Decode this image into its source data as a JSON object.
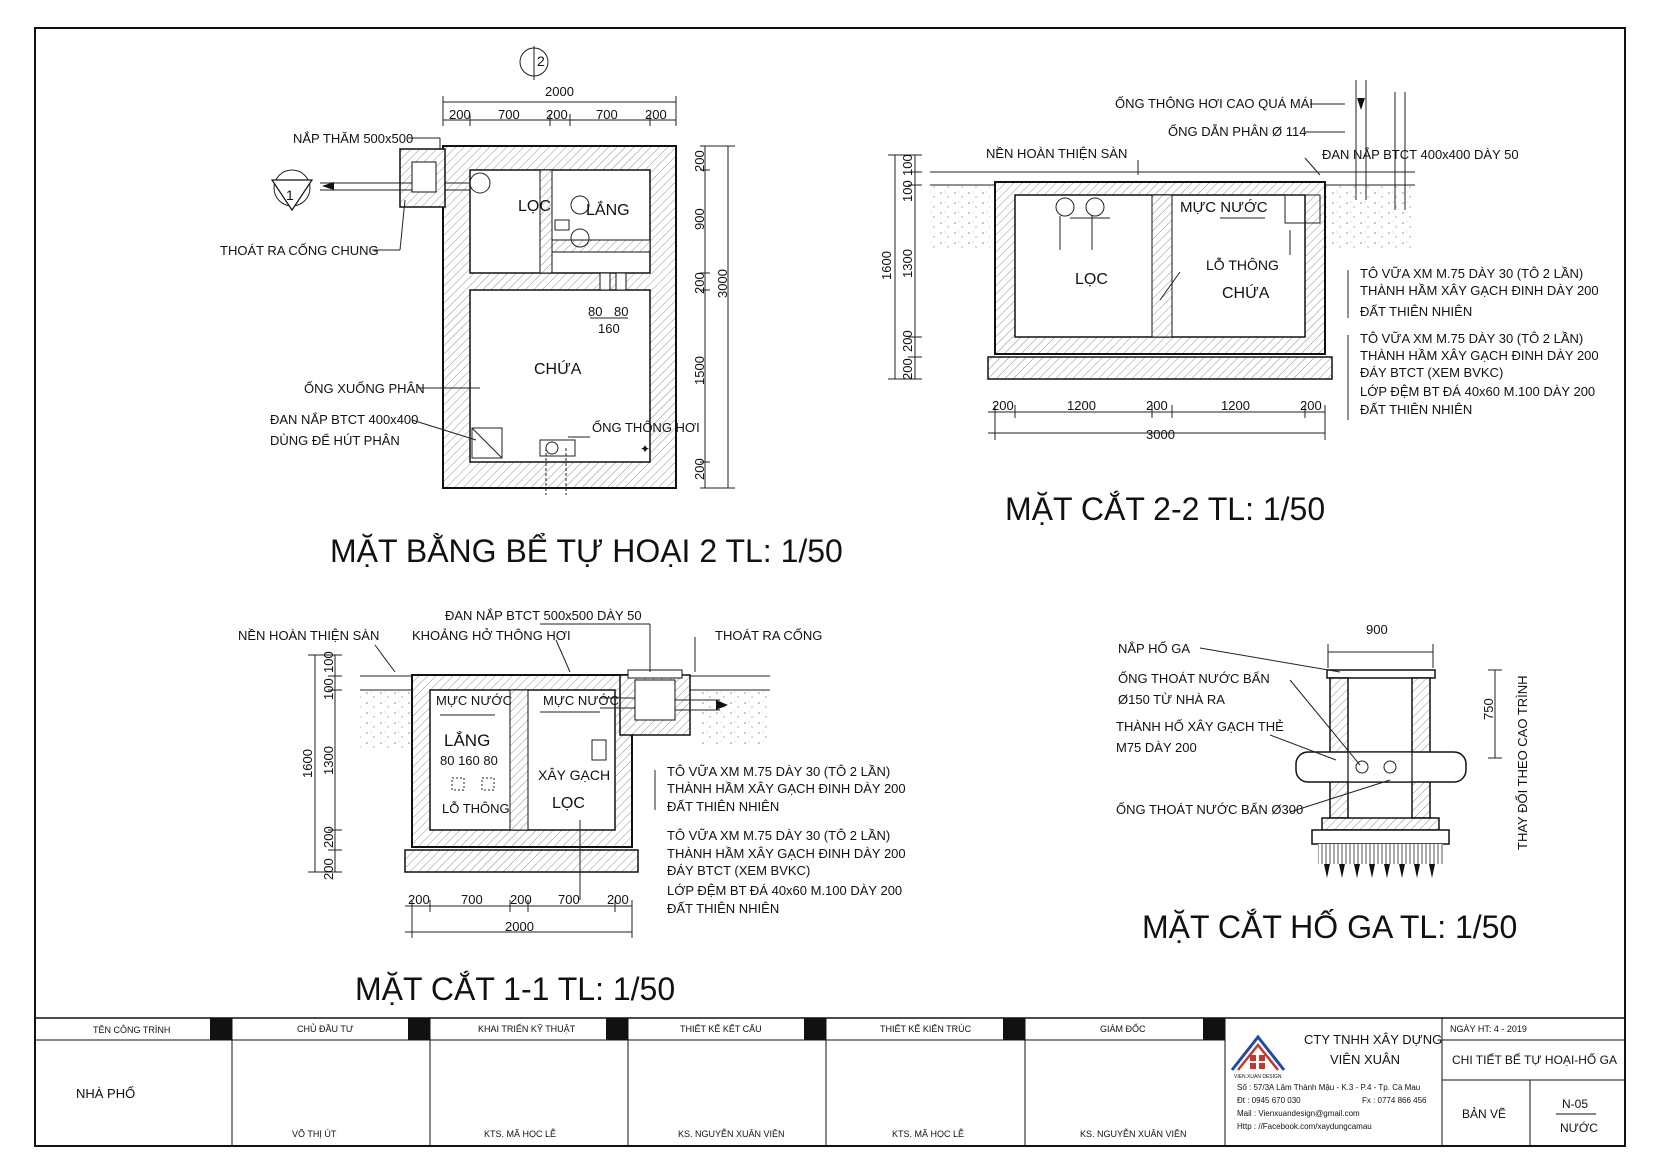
{
  "plan": {
    "title": "MẶT BẰNG BỂ TỰ HOẠI 2 TL: 1/50",
    "section_mark_top": "2",
    "section_mark_left": "1",
    "dims_top_total": "2000",
    "dims_top": [
      "200",
      "700",
      "200",
      "700",
      "200"
    ],
    "dims_right": [
      "200",
      "900",
      "200",
      "1500",
      "200"
    ],
    "dims_right_total": "3000",
    "dims_inner": [
      "80",
      "80",
      "160"
    ],
    "rooms": {
      "loc": "LỌC",
      "lang": "LẮNG",
      "chua": "CHỨA"
    },
    "labels": {
      "nap_tham": "NẮP THĂM 500x500",
      "thoat_ra": "THOÁT RA CỐNG CHUNG",
      "ong_xuong": "ỐNG XUỐNG PHÂN",
      "dan_nap_1": "ĐAN NẮP BTCT 400x400",
      "dan_nap_2": "DÙNG ĐỂ HÚT PHÂN",
      "ong_thong_hoi": "ỐNG THÔNG HƠI"
    }
  },
  "sec22": {
    "title": "MẶT CẮT 2-2 TL: 1/50",
    "labels": {
      "ong_thong_hoi": "ỐNG THÔNG HƠI CAO QUÁ MÁI",
      "ong_dan": "ỐNG DẪN PHÂN Ø 114",
      "nen": "NỀN HOÀN THIỆN SÀN",
      "dan_nap": "ĐAN NẮP BTCT 400x400 DÀY 50",
      "muc_nuoc": "MỰC NƯỚC",
      "lo_thong": "LỖ THÔNG",
      "loc": "LỌC",
      "chua": "CHỨA"
    },
    "notes": [
      "TÔ VỮA XM M.75 DÀY 30 (TÔ 2 LẦN)",
      "THÀNH HẦM XÂY GẠCH ĐINH DÀY 200",
      "ĐẤT THIÊN NHIÊN",
      "TÔ VỮA XM M.75 DÀY 30 (TÔ 2 LẦN)",
      "THÀNH HẦM XÂY GẠCH ĐINH DÀY 200",
      "ĐÁY BTCT (XEM BVKC)",
      "LỚP ĐỆM BT ĐÁ 40x60 M.100 DÀY 200",
      "ĐẤT THIÊN NHIÊN"
    ],
    "dims_left": [
      "100",
      "100",
      "1300",
      "200",
      "200"
    ],
    "dims_left_total": "1600",
    "dims_bottom": [
      "200",
      "1200",
      "200",
      "1200",
      "200"
    ],
    "dims_bottom_total": "3000"
  },
  "sec11": {
    "title": "MẶT CẮT 1-1 TL: 1/50",
    "labels": {
      "dan_nap": "ĐAN NẮP BTCT 500x500 DÀY 50",
      "nen": "NỀN HOÀN THIỆN SÀN",
      "khoang_ho": "KHOẢNG HỞ THÔNG HƠI",
      "thoat_ra": "THOÁT RA CỐNG",
      "muc_nuoc_1": "MỰC NƯỚC",
      "muc_nuoc_2": "MỰC NƯỚC",
      "lang": "LẮNG",
      "inner_dims": "80 160 80",
      "xay_gach": "XÂY GẠCH",
      "loc": "LỌC",
      "lo_thong": "LỖ THÔNG"
    },
    "notes": [
      "TÔ VỮA XM M.75 DÀY 30 (TÔ 2 LẦN)",
      "THÀNH HẦM XÂY GẠCH ĐINH DÀY 200",
      "ĐẤT THIÊN NHIÊN",
      "TÔ VỮA XM M.75 DÀY 30 (TÔ 2 LẦN)",
      "THÀNH HẦM XÂY GẠCH ĐINH DÀY 200",
      "ĐÁY BTCT (XEM BVKC)",
      "LỚP ĐỆM BT ĐÁ 40x60 M.100 DÀY 200",
      "ĐẤT THIÊN NHIÊN"
    ],
    "dims_left": [
      "100",
      "100",
      "1300",
      "200",
      "200"
    ],
    "dims_left_total": "1600",
    "dims_bottom": [
      "200",
      "700",
      "200",
      "700",
      "200"
    ],
    "dims_bottom_total": "2000"
  },
  "hoga": {
    "title": "MẶT CẮT HỐ GA TL: 1/50",
    "dim_top": "900",
    "dim_right": "750",
    "vertical_note": "THAY ĐỔI THEO CAO TRÌNH",
    "labels": {
      "nap": "NẮP HỐ GA",
      "ong_ban_1": "ỐNG THOÁT NƯỚC BẨN",
      "ong_ban_2": "Ø150 TỪ NHÀ RA",
      "thanh_1": "THÀNH HỐ XÂY GẠCH THẺ",
      "thanh_2": "M75 DÀY 200",
      "ong_300": "ỐNG THOÁT NƯỚC BẨN Ø300"
    }
  },
  "title_block": {
    "headers": [
      "TÊN CÔNG TRÌNH",
      "CHỦ ĐẦU TƯ",
      "KHAI TRIỂN KỸ THUẬT",
      "THIẾT KẾ KẾT CẤU",
      "THIẾT KẾ KIẾN TRÚC",
      "GIÁM ĐỐC"
    ],
    "project": "NHÀ PHỐ",
    "names": [
      "VÕ THỊ ÚT",
      "KTS. MÃ HỌC LỄ",
      "KS. NGUYỄN XUÂN VIÊN",
      "KTS. MÃ HỌC LỄ",
      "KS. NGUYỄN XUÂN VIÊN"
    ],
    "company_1": "CTY TNHH XÂY DỰNG",
    "company_2": "VIÊN XUÂN",
    "address": "Số : 57/3A Lâm Thành Mậu - K.3 - P.4 - Tp. Cà Mau",
    "phone": "Đt : 0945 670 030",
    "fax": "Fx : 0774 866 456",
    "mail": "Mail : Vienxuandesign@gmail.com",
    "http": "Http : //Facebook.com/xaydungcamau",
    "logo_text": "VIEN XUAN DESIGN",
    "date": "NGÀY HT: 4 - 2019",
    "drawing_title": "CHI TIẾT BỂ TỰ HOẠI-HỐ GA",
    "ban_ve": "BẢN VẼ",
    "sheet_no": "N-05",
    "sheet_type": "NƯỚC"
  }
}
